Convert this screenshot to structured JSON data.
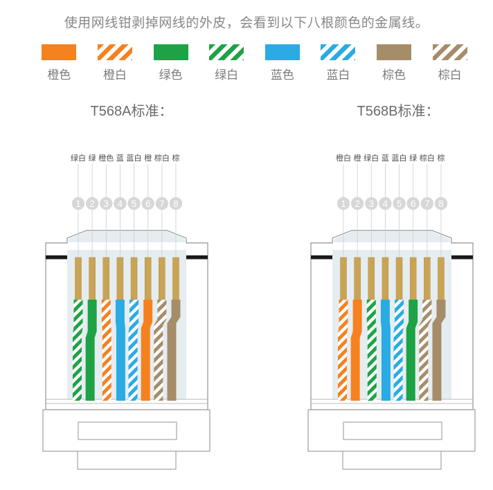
{
  "title": "使用网线钳剥掉网线的外皮，会看到以下八根颜色的金属线。",
  "colors": {
    "orange": "#F5811F",
    "green": "#1DA345",
    "blue": "#2AABE3",
    "brown": "#A68D6A",
    "gold": "#C9A455",
    "outline": "#939393",
    "inner_shade": "#E6EDF0",
    "circle": "#D7D7D7",
    "bar": "#1A1A1A"
  },
  "legend": {
    "items": [
      {
        "label": "橙色",
        "color": "orange",
        "striped": false
      },
      {
        "label": "橙白",
        "color": "orange",
        "striped": true
      },
      {
        "label": "绿色",
        "color": "green",
        "striped": false
      },
      {
        "label": "绿白",
        "color": "green",
        "striped": true
      },
      {
        "label": "蓝色",
        "color": "blue",
        "striped": false
      },
      {
        "label": "蓝白",
        "color": "blue",
        "striped": true
      },
      {
        "label": "棕色",
        "color": "brown",
        "striped": false
      },
      {
        "label": "棕白",
        "color": "brown",
        "striped": true
      }
    ]
  },
  "pin_numbers": [
    "1",
    "2",
    "3",
    "4",
    "5",
    "6",
    "7",
    "8"
  ],
  "sections": [
    {
      "heading": "T568A标准：",
      "pin_labels": [
        "绿白",
        "绿",
        "橙色",
        "蓝",
        "蓝白",
        "橙",
        "棕白",
        "棕"
      ],
      "wires": [
        {
          "color": "green",
          "striped": true
        },
        {
          "color": "green",
          "striped": false
        },
        {
          "color": "orange",
          "striped": true
        },
        {
          "color": "blue",
          "striped": false
        },
        {
          "color": "blue",
          "striped": true
        },
        {
          "color": "orange",
          "striped": false
        },
        {
          "color": "brown",
          "striped": true
        },
        {
          "color": "brown",
          "striped": false
        }
      ]
    },
    {
      "heading": "T568B标准：",
      "pin_labels": [
        "橙白",
        "橙",
        "绿白",
        "蓝",
        "蓝白",
        "绿",
        "棕白",
        "棕"
      ],
      "wires": [
        {
          "color": "orange",
          "striped": true
        },
        {
          "color": "orange",
          "striped": false
        },
        {
          "color": "green",
          "striped": true
        },
        {
          "color": "blue",
          "striped": false
        },
        {
          "color": "blue",
          "striped": true
        },
        {
          "color": "green",
          "striped": false
        },
        {
          "color": "brown",
          "striped": true
        },
        {
          "color": "brown",
          "striped": false
        }
      ]
    }
  ]
}
